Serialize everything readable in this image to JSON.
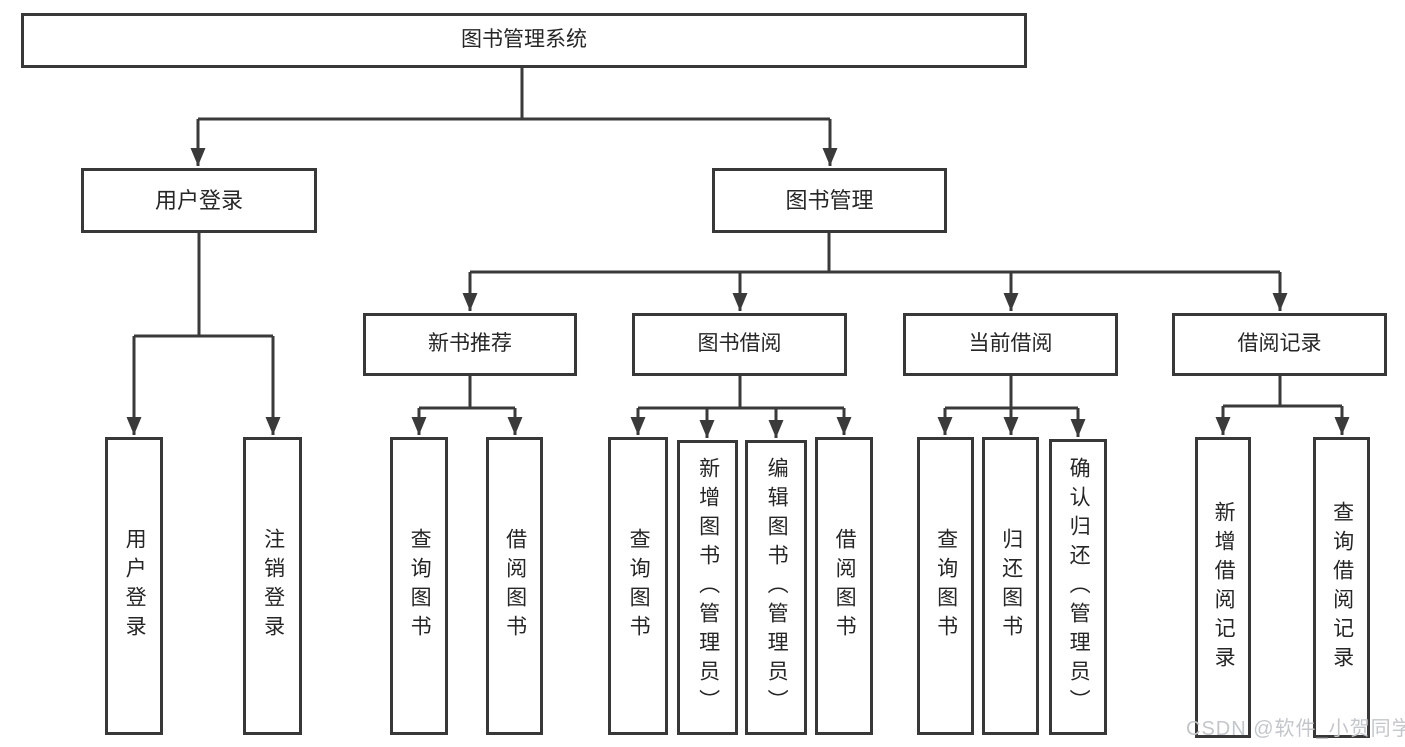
{
  "tree": {
    "root": {
      "label": "图书管理系统"
    },
    "branches": [
      {
        "label": "用户登录",
        "children": [
          {
            "label": "用户登录"
          },
          {
            "label": "注销登录"
          }
        ]
      },
      {
        "label": "图书管理",
        "children": [
          {
            "label": "新书推荐",
            "children": [
              {
                "label": "查询图书"
              },
              {
                "label": "借阅图书"
              }
            ]
          },
          {
            "label": "图书借阅",
            "children": [
              {
                "label": "查询图书"
              },
              {
                "label": "新增图书（管理员）"
              },
              {
                "label": "编辑图书（管理员）"
              },
              {
                "label": "借阅图书"
              }
            ]
          },
          {
            "label": "当前借阅",
            "children": [
              {
                "label": "查询图书"
              },
              {
                "label": "归还图书"
              },
              {
                "label": "确认归还（管理员）"
              }
            ]
          },
          {
            "label": "借阅记录",
            "children": [
              {
                "label": "新增借阅记录"
              },
              {
                "label": "查询借阅记录"
              }
            ]
          }
        ]
      }
    ]
  },
  "watermark": {
    "text": "CSDN @软件_小贺同学"
  },
  "colors": {
    "line": "#3a3a3a",
    "border": "#383838",
    "text": "#262626",
    "watermark": "#c3c7cb",
    "background": "#ffffff"
  }
}
